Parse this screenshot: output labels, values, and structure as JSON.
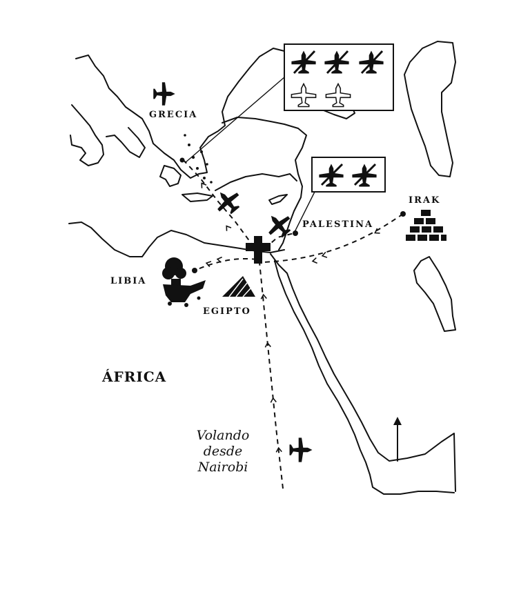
{
  "labels": {
    "grecia": "GRECIA",
    "palestina": "PALESTINA",
    "irak": "IRAK",
    "libia": "LIBIA",
    "egipto": "EGIPTO",
    "africa": "ÁFRICA",
    "nairobi": [
      "Volando",
      "desde",
      "Nairobi"
    ]
  },
  "legend": {
    "greece_box": {
      "crossed_out_planes": 3,
      "surviving_planes": 2
    },
    "palestine_box": {
      "crossed_out_planes": 2
    }
  },
  "colors": {
    "ink": "#111111",
    "paper": "#ffffff"
  }
}
